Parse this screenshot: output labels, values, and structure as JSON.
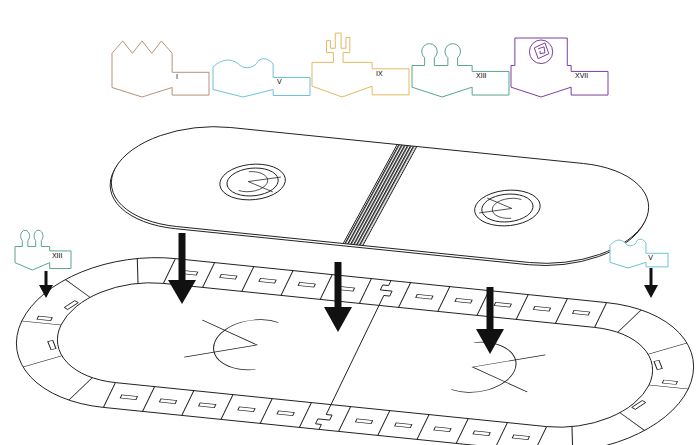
{
  "diagram": {
    "nodes": [
      {
        "text": [
          "I"
        ]
      },
      {
        "text": [
          "V"
        ]
      },
      {
        "text": [
          "IX"
        ]
      },
      {
        "text": [
          "XIII"
        ]
      },
      {
        "text": [
          "XVII"
        ]
      },
      {
        "text": [
          "XIII"
        ]
      },
      {
        "text": [
          "V"
        ]
      }
    ]
  }
}
